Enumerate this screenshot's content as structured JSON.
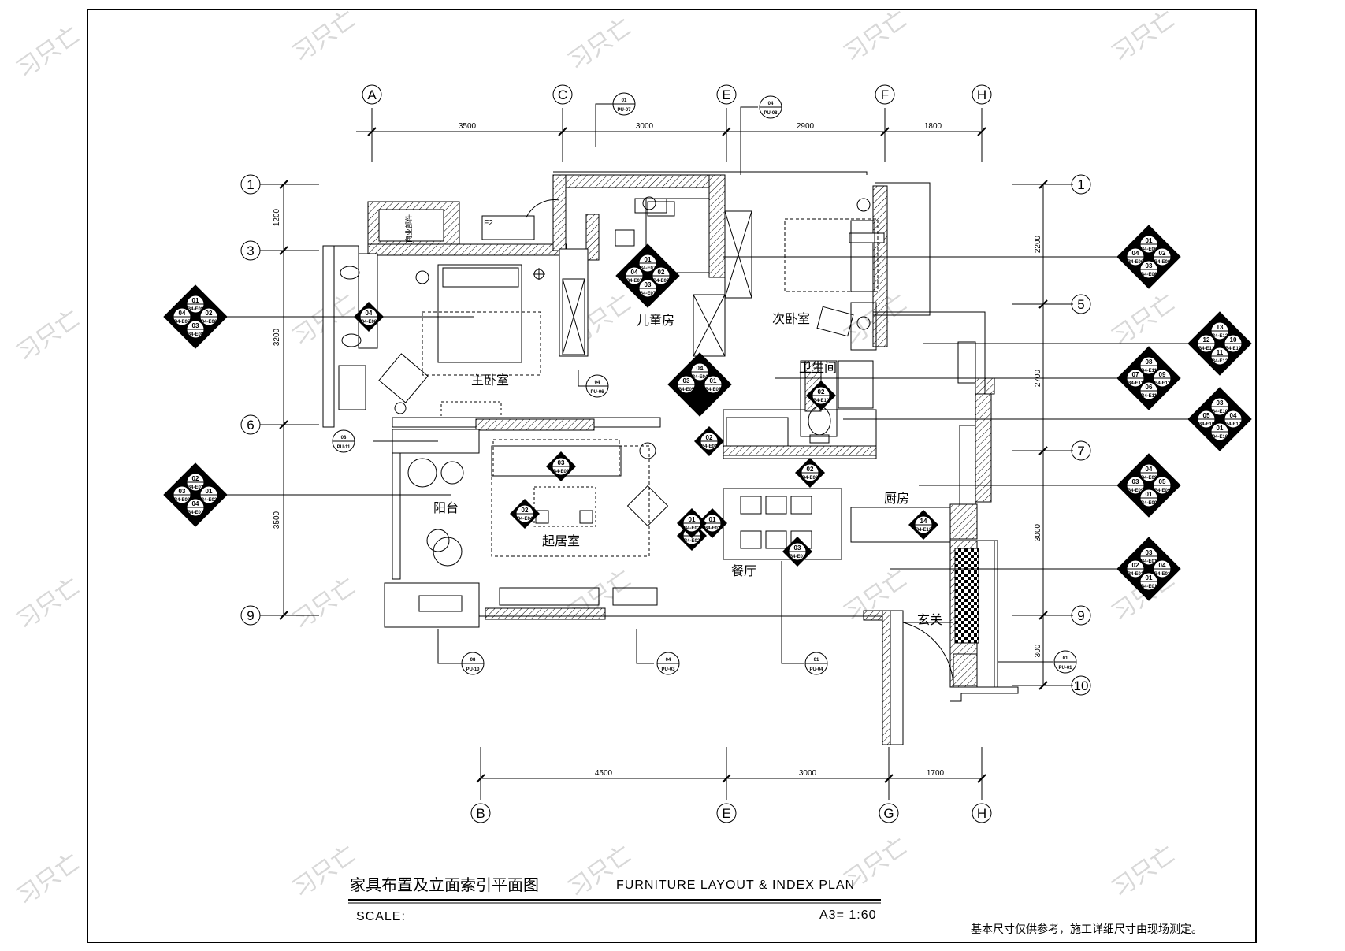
{
  "title": {
    "cn": "家具布置及立面索引平面图",
    "en": "FURNITURE LAYOUT &  INDEX PLAN",
    "scale_label": "SCALE:",
    "scale_value": "A3= 1:60"
  },
  "note": "基本尺寸仅供参考，施工详细尺寸由现场测定。",
  "watermark": "习只亡",
  "rooms": {
    "master_bedroom": "主卧室",
    "kids_room": "儿童房",
    "second_bedroom": "次卧室",
    "bathroom": "卫生间",
    "balcony": "阳台",
    "living_room": "起居室",
    "kitchen": "厨房",
    "dining_room": "餐厅",
    "entrance": "玄关",
    "fridge": "F2",
    "bathtub_text": "商业部件"
  },
  "grid": {
    "top": [
      "A",
      "C",
      "E",
      "F",
      "H"
    ],
    "bottom": [
      "B",
      "E",
      "G",
      "H"
    ],
    "left": [
      "1",
      "3",
      "6",
      "9"
    ],
    "right": [
      "1",
      "5",
      "7",
      "9",
      "10"
    ]
  },
  "dims": {
    "top": [
      "3500",
      "3000",
      "2900",
      "1800"
    ],
    "bottom": [
      "4500",
      "3000",
      "1700"
    ],
    "left": [
      "1200",
      "3200",
      "3500"
    ],
    "right": [
      "2200",
      "2700",
      "3000",
      "300"
    ]
  },
  "section_tags": [
    {
      "top": "01",
      "bottom": "PU-07"
    },
    {
      "top": "04",
      "bottom": "PU-08"
    },
    {
      "top": "04",
      "bottom": "PU-06"
    },
    {
      "top": "08",
      "bottom": "PU-11"
    },
    {
      "top": "08",
      "bottom": "PU-10"
    },
    {
      "top": "04",
      "bottom": "PU-03"
    },
    {
      "top": "01",
      "bottom": "PU-04"
    },
    {
      "top": "01",
      "bottom": "PU-01"
    }
  ],
  "elev_clusters": [
    {
      "t": "01",
      "l": "04",
      "r": "02",
      "b": "03",
      "tc": "B4-E08",
      "lc": "B4-E05",
      "rc": "B4-E06",
      "bc": "B4-E08"
    },
    {
      "t": "01",
      "l": "04",
      "r": "02",
      "b": "03",
      "tc": "B4-E07",
      "lc": "B4-E07",
      "rc": "B4-E07",
      "bc": "B4-E07"
    },
    {
      "t": "01",
      "l": "04",
      "r": "02",
      "b": "03",
      "tc": "B4-E06",
      "lc": "B4-E06",
      "rc": "B4-E06",
      "bc": "B4-E06"
    },
    {
      "t": "13",
      "l": "12",
      "r": "10",
      "b": "11",
      "tc": "B4-E12",
      "lc": "B4-E12",
      "rc": "B4-E12",
      "bc": "B4-E12"
    },
    {
      "t": "08",
      "l": "07",
      "r": "09",
      "b": "06",
      "tc": "B4-E11",
      "lc": "B4-E11",
      "rc": "B4-E11",
      "bc": "B4-E11"
    },
    {
      "t": "03",
      "l": "05",
      "r": "04",
      "b": "01",
      "tc": "B4-E10",
      "lc": "B4-E10",
      "rc": "B4-E10",
      "bc": "B4-E10"
    },
    {
      "t": "04",
      "l": "03",
      "r": "05",
      "b": "01",
      "tc": "B4-E09",
      "lc": "B4-E09",
      "rc": "B4-E09",
      "bc": "B4-E09"
    },
    {
      "t": "03",
      "l": "02",
      "r": "04",
      "b": "01",
      "tc": "B4-E01",
      "lc": "B4-E01",
      "rc": "B4-E01",
      "bc": "B4-E01"
    },
    {
      "t": "02",
      "l": "03",
      "r": "01",
      "b": "04",
      "tc": "B4-E03",
      "lc": "B4-E03",
      "rc": "B4-E03",
      "bc": "B4-E03"
    },
    {
      "t": "04",
      "l": "03",
      "r": "01",
      "b": "",
      "tc": "B4-E04",
      "lc": "B4-E05",
      "rc": "B4-E05",
      "bc": ""
    }
  ],
  "single_tags": [
    {
      "num": "04",
      "code": "B4-E08"
    },
    {
      "num": "02",
      "code": "B4-E04"
    },
    {
      "num": "02",
      "code": "B4-E10"
    },
    {
      "num": "02",
      "code": "B4-E04"
    },
    {
      "num": "02",
      "code": "B4-E03"
    },
    {
      "num": "01",
      "code": "B4-E02"
    },
    {
      "num": "02",
      "code": "B4-E02"
    },
    {
      "num": "03",
      "code": "B4-E02"
    },
    {
      "num": "14",
      "code": "B4-E12"
    },
    {
      "num": "03",
      "code": "B4-E03"
    },
    {
      "num": "01",
      "code": "B4-E02"
    }
  ]
}
